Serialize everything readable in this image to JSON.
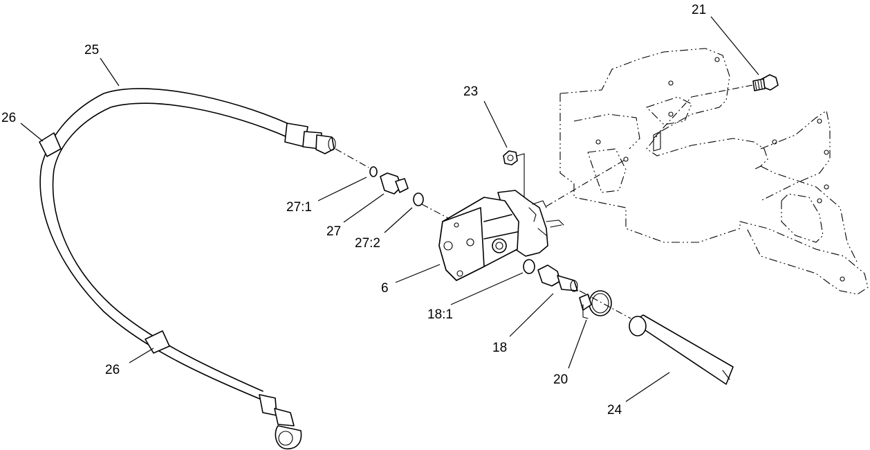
{
  "callouts": {
    "c21": "21",
    "c25": "25",
    "c26a": "26",
    "c26b": "26",
    "c23": "23",
    "c27_1": "27:1",
    "c27": "27",
    "c27_2": "27:2",
    "c6": "6",
    "c18_1": "18:1",
    "c18": "18",
    "c20": "20",
    "c24": "24"
  }
}
